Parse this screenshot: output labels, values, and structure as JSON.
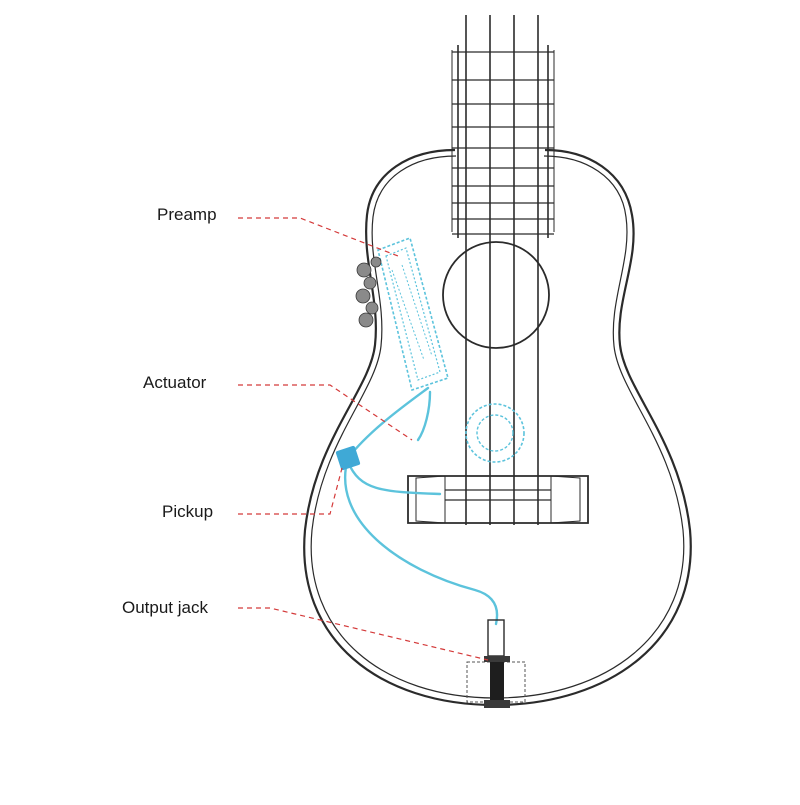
{
  "labels": {
    "preamp": "Preamp",
    "actuator": "Actuator",
    "pickup": "Pickup",
    "output_jack": "Output jack"
  },
  "colors": {
    "outline": "#2b2b2b",
    "cable": "#5cc3dc",
    "component": "#3fa9d6",
    "leader": "#d43a3a"
  }
}
